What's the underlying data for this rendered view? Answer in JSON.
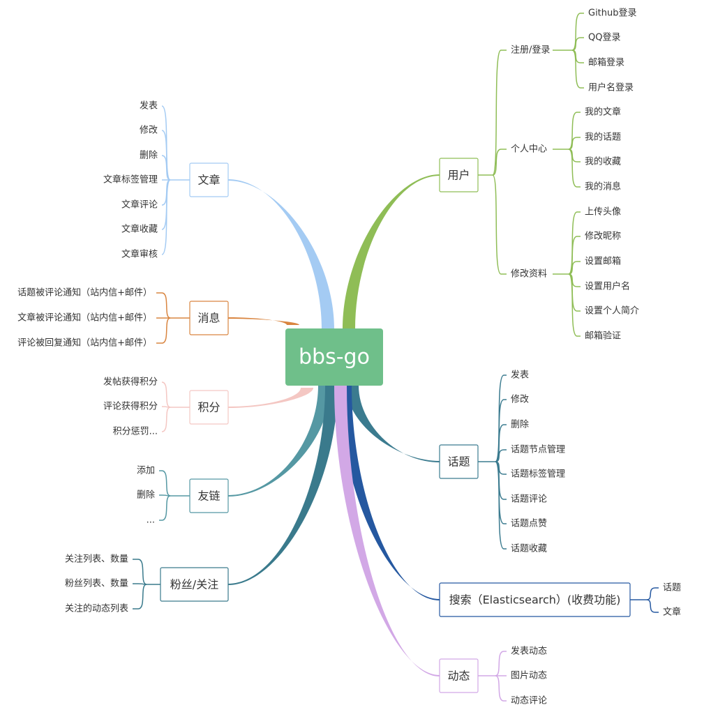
{
  "root": {
    "label": "bbs-go",
    "color": "#6fbf8a"
  },
  "branches": [
    {
      "id": "article",
      "label": "文章",
      "color": "#a4cbf3",
      "children": [
        "发表",
        "修改",
        "删除",
        "文章标签管理",
        "文章评论",
        "文章收藏",
        "文章审核"
      ]
    },
    {
      "id": "message",
      "label": "消息",
      "color": "#d98540",
      "children": [
        "话题被评论通知（站内信+邮件）",
        "文章被评论通知（站内信+邮件）",
        "评论被回复通知（站内信+邮件）"
      ]
    },
    {
      "id": "points",
      "label": "积分",
      "color": "#f4c7c3",
      "children": [
        "发帖获得积分",
        "评论获得积分",
        "积分惩罚..."
      ]
    },
    {
      "id": "friendlink",
      "label": "友链",
      "color": "#5598a3",
      "children": [
        "添加",
        "删除",
        "..."
      ]
    },
    {
      "id": "follow",
      "label": "粉丝/关注",
      "color": "#3a7a8c",
      "children": [
        "关注列表、数量",
        "粉丝列表、数量",
        "关注的动态列表"
      ]
    },
    {
      "id": "user",
      "label": "用户",
      "color": "#8fbd56",
      "groups": [
        {
          "id": "register",
          "label": "注册/登录",
          "children": [
            "Github登录",
            "QQ登录",
            "邮箱登录",
            "用户名登录"
          ]
        },
        {
          "id": "center",
          "label": "个人中心",
          "children": [
            "我的文章",
            "我的话题",
            "我的收藏",
            "我的消息"
          ]
        },
        {
          "id": "profile",
          "label": "修改资料",
          "children": [
            "上传头像",
            "修改昵称",
            "设置邮箱",
            "设置用户名",
            "设置个人简介",
            "邮箱验证"
          ]
        }
      ]
    },
    {
      "id": "topic",
      "label": "话题",
      "color": "#3b7b8f",
      "children": [
        "发表",
        "修改",
        "删除",
        "话题节点管理",
        "话题标签管理",
        "话题评论",
        "话题点赞",
        "话题收藏"
      ]
    },
    {
      "id": "search",
      "label": "搜索（Elasticsearch）(收费功能)",
      "color": "#2558a0",
      "children": [
        "话题",
        "文章"
      ]
    },
    {
      "id": "dynamic",
      "label": "动态",
      "color": "#d2a8e6",
      "children": [
        "发表动态",
        "图片动态",
        "动态评论"
      ]
    }
  ]
}
